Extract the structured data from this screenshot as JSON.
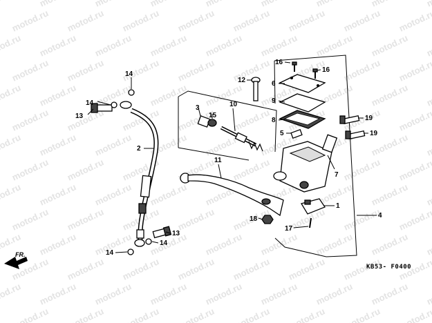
{
  "watermark": "motod.ru",
  "diagram_code": "KB53- F0400",
  "direction_label": "FR.",
  "callouts": [
    {
      "id": "c1",
      "text": "1"
    },
    {
      "id": "c2",
      "text": "2"
    },
    {
      "id": "c3",
      "text": "3"
    },
    {
      "id": "c4",
      "text": "4"
    },
    {
      "id": "c5",
      "text": "5"
    },
    {
      "id": "c6",
      "text": "6"
    },
    {
      "id": "c7",
      "text": "7"
    },
    {
      "id": "c8",
      "text": "8"
    },
    {
      "id": "c9",
      "text": "9"
    },
    {
      "id": "c10",
      "text": "10"
    },
    {
      "id": "c11",
      "text": "11"
    },
    {
      "id": "c12",
      "text": "12"
    },
    {
      "id": "c13a",
      "text": "13"
    },
    {
      "id": "c13b",
      "text": "13"
    },
    {
      "id": "c14a",
      "text": "14"
    },
    {
      "id": "c14b",
      "text": "14"
    },
    {
      "id": "c14c",
      "text": "14"
    },
    {
      "id": "c14d",
      "text": "14"
    },
    {
      "id": "c15",
      "text": "15"
    },
    {
      "id": "c16a",
      "text": "16"
    },
    {
      "id": "c16b",
      "text": "16"
    },
    {
      "id": "c17",
      "text": "17"
    },
    {
      "id": "c18",
      "text": "18"
    },
    {
      "id": "c19a",
      "text": "19"
    },
    {
      "id": "c19b",
      "text": "19"
    }
  ]
}
